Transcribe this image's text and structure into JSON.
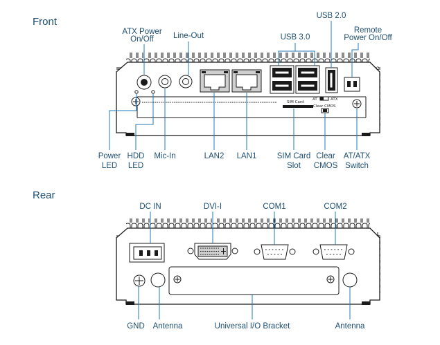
{
  "sections": {
    "front": "Front",
    "rear": "Rear"
  },
  "front_labels": {
    "atx_power": [
      "ATX Power",
      "On/Off"
    ],
    "line_out": "Line-Out",
    "usb20": "USB 2.0",
    "usb30": "USB 3.0",
    "remote_power": [
      "Remote",
      "Power On/Off"
    ],
    "power_led": [
      "Power",
      "LED"
    ],
    "hdd_led": [
      "HDD",
      "LED"
    ],
    "mic_in": "Mic-In",
    "lan2": "LAN2",
    "lan1": "LAN1",
    "sim_slot": [
      "SIM Card",
      "Slot"
    ],
    "clear_cmos": [
      "Clear",
      "CMOS"
    ],
    "at_atx": [
      "AT/ATX",
      "Switch"
    ]
  },
  "panel_print": {
    "sim_card": "SIM Card",
    "at": "AT",
    "atx": "ATX",
    "clear_cmos": "Clear CMOS"
  },
  "rear_labels": {
    "dc_in": "DC IN",
    "dvi": "DVI-I",
    "com1": "COM1",
    "com2": "COM2",
    "gnd": "GND",
    "antenna_left": "Antenna",
    "bracket": "Universal I/O Bracket",
    "antenna_right": "Antenna"
  }
}
